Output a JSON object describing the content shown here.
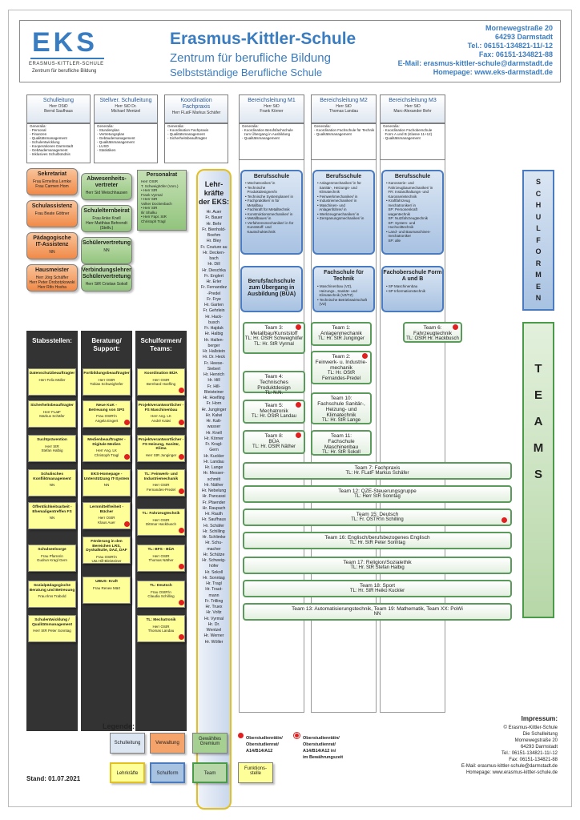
{
  "header": {
    "logo_text": "EKS",
    "logo_sub1": "ERASMUS-KITTLER-SCHULE",
    "logo_sub2": "Zentrum für berufliche Bildung",
    "title": "Erasmus-Kittler-Schule",
    "subtitle": "Zentrum für berufliche Bildung",
    "subtitle2": "Selbstständige Berufliche Schule",
    "address": [
      "Mornewegstraße 20",
      "64293 Darmstadt",
      "Tel.: 06151-134821-11/-12",
      "Fax: 06151-134821-88",
      "E-Mail: erasmus-kittler-schule@darmstadt.de",
      "Homepage: www.eks-darmstadt.de"
    ]
  },
  "leadership": [
    {
      "title": "Schulleitung",
      "name": "Herr OStD\nBernd Saufhaus"
    },
    {
      "title": "Stellver. Schulleitung",
      "name": "Herr StD Dr.\nMichael Wentzel"
    },
    {
      "title": "Koordination\nFachpraxis",
      "name": "Herr FLatF Markus Schäfer"
    }
  ],
  "leadership_details": [
    [
      "Generalia:",
      "",
      "- Personal",
      "- Finanzen",
      "- Qualitätsmanagement",
      "- Schulentwicklung",
      "- Kooperationen Darmstadt",
      "- Gebäudemanagement",
      "- Inklusives Schulbündnis"
    ],
    [
      "Generalia:",
      "",
      "- Stundenplan",
      "- Vertretungsplan",
      "- Gebäudemanagement",
      "- Qualitätsmanagement",
      "- LUSD",
      "- Statistiken"
    ],
    [
      "Generalia:",
      "",
      "- Koordination Fachpraxis",
      "- Qualitätsmanagement",
      "- Sicherheitsbeauftragter"
    ]
  ],
  "areas": [
    {
      "title": "Bereichsleitung M1",
      "name": "Herr StD\nFrank Körner",
      "details": [
        "Generalia:",
        "",
        "- Koordination Berufsfachschule",
        "  zum Übergang in Ausbildung",
        "- Qualitätsmanagement"
      ]
    },
    {
      "title": "Bereichsleitung M2",
      "name": "Herr StD\nThomas Landau",
      "details": [
        "Generalia:",
        "",
        "- Koordination Fachschule für Technik",
        "- Qualitätsmanagement"
      ]
    },
    {
      "title": "Bereichsleitung M3",
      "name": "Herr StD\nMarc-Alexander Behr",
      "details": [
        "Generalia:",
        "",
        "- Koordination Fachoberschule",
        "  Form A und B (Klasse 11+12)",
        "- Qualitätsmanagement"
      ]
    }
  ],
  "staff_left": [
    {
      "title": "Sekretariat",
      "name": "Frau Ermelina Lemke\nFrau Carmen Hom",
      "color": "orange"
    },
    {
      "title": "Schulassistenz",
      "name": "Frau Beate Göttner",
      "color": "orange"
    },
    {
      "title": "Pädagogische\nIT-Assistenz",
      "name": "NN",
      "color": "orange"
    },
    {
      "title": "Hausmeister",
      "name": "Herr Jörg Schäffer\nHerr Peter Drobotzkowski\nHerr Rifo Hoxha",
      "color": "orange"
    }
  ],
  "staff_mid": [
    {
      "title": "Abwesenheits-\nvertreter",
      "name": "Herr Sid Weischhausen"
    },
    {
      "title": "Schulelternbeirat",
      "name": "Frau Anke Knell\nHerr Matthias Behrendt\n(Stellv.)"
    },
    {
      "title": "Schülervertretung",
      "name": "NN"
    },
    {
      "title": "Verbindungslehrer-\nSchülervertretung",
      "name": "Herr StR Cristian Sokoll"
    }
  ],
  "personalrat": {
    "title": "Personalrat",
    "lines": [
      "Herr OStR",
      "T. Schweighöfer (Vors.)",
      "• Herr StR",
      "Frank Vyrmal",
      "• Herr StR",
      "Volker Dockenbach",
      "• Herr StR",
      "Ilir Shalku",
      "• Herr Fapr. StR",
      "Christoph Tragl"
    ]
  },
  "lehrkraefte": {
    "title": "Lehr-\nkräfte\nder EKS:",
    "names": [
      "Hr. Auer",
      "Fr. Bauer",
      "Hr. Behr",
      "Fr. Bienhold-",
      "Boehm",
      "Hr. Bley",
      "Fr. Couture au",
      "Hr. Decken-",
      "bach",
      "Hr. Dill",
      "Hr. Dieschka",
      "Fr. Englert",
      "Hr. Erler",
      "Fr. Fernandez",
      "-Predel",
      "Fr. Frye",
      "Hr. Garten",
      "Fr. Gehrlein",
      "Hr. Hack-",
      "busch",
      "Fr. Hajduk",
      "Hr. Halbig",
      "Hr. Hallen-",
      "berger",
      "Hr. Hallstein",
      "Hr. Dr. Heck",
      "Fr. Heese-",
      "Siebert",
      "Hr. Henrich",
      "Hr. Hill",
      "Fr. Hill-",
      "Bleisteiner",
      "Hr. Hoefling",
      "Fr. Horn",
      "Hr. Junginger",
      "Hr. Kalwi",
      "Hr. Katt-",
      "wasser",
      "Hr. Knell",
      "Hr. Körner",
      "Fr. Kragl-",
      "Gern",
      "Hr. Kuckler",
      "Hr. Landau",
      "Hr. Lange",
      "Hr. Messer-",
      "schmitt",
      "Hr. Näther",
      "Hr. Nebelung",
      "Hr. Pancassi",
      "Fr. Pfaender",
      "Hr. Raupach",
      "Hr. Rauth",
      "Hr. Saufhaus",
      "Hr. Schäfer",
      "Hr. Schilling",
      "Hr. Schlimke",
      "Hr. Schu-",
      "macher",
      "Hr. Schütze",
      "Hr. Schweig-",
      "höfer",
      "Hr. Sokoll",
      "Hr. Sonntag",
      "Hr. Tragl",
      "Hr. Traut-",
      "mann",
      "Fr. Trilling",
      "Hr. Truex",
      "Hr. Voltz",
      "Hr. Vyrmal",
      "Hr. Dr.",
      "Wentzel",
      "Hr. Werner",
      "Hr. Wöller"
    ]
  },
  "schools": [
    {
      "title": "Berufsschule",
      "items": [
        "• Mechatroniker/ in",
        "• Technische",
        "  Produktdesigner/in",
        "• Technische Systemplaner/ in",
        "• Fachpraktiker/ in für",
        "  Metallbau",
        "• Fachkraft für Metalltechnik",
        "• Konstruktionsmechaniker/ in",
        "• Metallbauer/ in",
        "• Verfahrensmechaniker/ in für",
        "  Kunststoff- und",
        "  Kautschuktechnik"
      ]
    },
    {
      "title": "Berufsschule",
      "items": [
        "• Anlagenmechaniker/ in für",
        "  Sanitär-, Heizungs- und",
        "  Klimatechnik",
        "• Feinwerkmechaniker/ in",
        "• Industriemechaniker/ in",
        "• Maschinen- und",
        "  Anlagenführer/ in",
        "• Werkzeugmechaniker/ in",
        "• Zerspanungsmechaniker/ in"
      ]
    },
    {
      "title": "Berufsschule",
      "items": [
        "• Karosserie- und",
        "  Fahrzeugbaumechaniker/ in",
        "  FR: Instandhaltungs- und",
        "  Karosserietechnik",
        "• Kraftfahrzeug",
        "  mechatroniker/ in",
        "  SP: Personenkraft",
        "  wagentechnik",
        "  SP: Nutzfahrzeugtechnik",
        "  SP: System- und",
        "  Hochvolttechnik",
        "• Land- und Baumaschinen-",
        "  mechatroniker",
        "  SP: alle"
      ]
    }
  ],
  "schools2": [
    {
      "title": "Berufsfachschule\nzum Übergang in\nAusbildung (BÜA)",
      "items": []
    },
    {
      "title": "Fachschule für\nTechnik",
      "items": [
        "• Maschinenbau (VZ),",
        "  Heizungs-, Sanitär- und",
        "  Klimatechnik (VZ/TZ)",
        "• Technische Betriebswirtschaft",
        "  (VZ)"
      ]
    },
    {
      "title": "Fachoberschule Form\nA und B",
      "items": [
        "• SP Maschinenbau",
        "• SP Informationstechnik"
      ]
    }
  ],
  "teams_small": [
    {
      "title": "Team 3:\nMetallbau/Kunststoff",
      "tl": "TL: Hr. OStR Schweighöfer\nTL: Hr. StR Vyrmal"
    },
    {
      "title": "Team 1:\nAnlagenmechanik",
      "tl": "TL: Hr. StR Junginger"
    },
    {
      "title": "Team 6:\nFahrzeugtechnik",
      "tl": "TL: OStR Hr. Hackbusch"
    },
    {
      "title": "Team 2:\nFeinwerk- u. Industrie-\nmechanik",
      "tl": "TL: Hr. OStR\nFernandes-Predel"
    },
    {
      "title": "Team 4:\nTechnisches Produktdesign",
      "tl": "TL: N.N."
    },
    {
      "title": "Team 10:\nFachschule Sanitär-,\nHeizung- und\nKlimatechnik",
      "tl": "TL: Hr. StR Lange"
    },
    {
      "title": "Team 5:\nMechatronik",
      "tl": "TL: Hr. OStR Landau"
    },
    {
      "title": "Team 8:\nBÜA",
      "tl": "TL: Hr. OStR Näther"
    },
    {
      "title": "Team 11:\nFachschule\nMaschinenbau",
      "tl": "TL: Hr. StR Sokoll"
    }
  ],
  "teams_wide": [
    {
      "title": "Team 7: Fachpraxis",
      "tl": "TL: Hr. FLatF Markus Schäfer"
    },
    {
      "title": "Team 12: QZE-Steuerungsgruppe",
      "tl": "TL: Herr StR Sonntag"
    },
    {
      "title": "Team 15: Deutsch",
      "tl": "TL: Fr. OSTR'in Schilling"
    },
    {
      "title": "Team 16: Englisch/berufsbezogenes Englisch",
      "tl": "TL: Hr. StR Peter Sonntag"
    },
    {
      "title": "Team 17: Religion/Sozialethik",
      "tl": "TL: Hr. StR Stefan Halbig"
    },
    {
      "title": "Team 18: Sport",
      "tl": "TL: Hr. StR Heiko Kuckler"
    },
    {
      "title": "Team 13: Automatisierungstechnik, Team 19: Mathematik, Team XX: PoWi",
      "tl": "NN"
    }
  ],
  "side_labels": {
    "schulformen": [
      "S",
      "C",
      "H",
      "U",
      "L",
      "F",
      "O",
      "R",
      "M",
      "E",
      "N"
    ],
    "teams": [
      "T",
      "E",
      "A",
      "M",
      "S"
    ]
  },
  "columns": {
    "stab": "Stabsstellen:",
    "beratung": "Beratung/\nSupport:",
    "schulformen": "Schulformen/\nTeams:"
  },
  "stab_items": [
    {
      "title": "Datenschutzbeauftragter",
      "name": "Herr Felix Müller"
    },
    {
      "title": "Sicherheitsbeauftragter",
      "name": "Herr FLatF\nMarkus Schäfer"
    },
    {
      "title": "Suchtprävention",
      "name": "Herr StR\nStefan Halbig"
    },
    {
      "title": "Schulisches\nKonfliktmanagement",
      "name": "NN"
    },
    {
      "title": "Öffentlichkeitsarbeit -\nEhemaligentreffen FS",
      "name": "NN"
    },
    {
      "title": "Schulseelsorge",
      "name": "Frau Pfarrerin\nGudrun Kragl Gern"
    },
    {
      "title": "Sozialpädagogische\nBeratung und Betreuung",
      "name": "Frau Ilms Trabold"
    },
    {
      "title": "Schulentwicklung /\nQualitätsmanagement",
      "name": "Herr StR Peter Sonntag"
    }
  ],
  "beratung_items": [
    {
      "title": "Fortbildungsbeauftragter",
      "name": "Herr OStR\nTobias Schweighöfer"
    },
    {
      "title": "Neue KuK -\nBetreuung von SPS",
      "name": "Frau OStR'in\nAngela Engert"
    },
    {
      "title": "Medienbeauftragter -\nDigitale Medien",
      "name": "Herr Ang. LK\nChristoph Tragl"
    },
    {
      "title": "EKS-Homepage -\nUnterstützung IT-System",
      "name": "NN"
    },
    {
      "title": "Lernmittelfreiheit -\nBücher",
      "name": "Herr OStR\nKlaus Auer"
    },
    {
      "title": "Förderung in den\nBereichen LRS,\nDyskalkulie, DAZ, DAF",
      "name": "Frau OStR'in\nUta Hill-Bleisteiner"
    },
    {
      "title": "UBUS- Kraft",
      "name": "Frau Renee Märt"
    }
  ],
  "schulform_items": [
    {
      "title": "Koordination BÜA",
      "name": "Herr OStR\nBernhard Hoefling"
    },
    {
      "title": "Projektverantwortlicher -\nFS Maschinenbau",
      "name": "Herr Ang. LK\nAndré Kalwi"
    },
    {
      "title": "Projektverantwortlicher -\nFS Heizung, Sanitär, Klima",
      "name": "Herr StR Junginger"
    },
    {
      "title": "TL: Feinwerk- und\nIndustriemechanik",
      "name": "Herr OStR\nFernandes-Predel"
    },
    {
      "title": "TL: Fahrzeugtechnik",
      "name": "Herr OStR\nDittmar Hackbusch"
    },
    {
      "title": "TL: BFS - BÜA",
      "name": "Herr OStR\nThomas Näther"
    },
    {
      "title": "TL: Deutsch",
      "name": "Frau OStR'in\nClaudia Schilling"
    },
    {
      "title": "TL: Mechatronik",
      "name": "Herr OStR\nThomas Landau"
    }
  ],
  "legend": {
    "title": "Legende:",
    "items": [
      "Schulleitung",
      "Verwaltung",
      "Gewähltes\nGremium",
      "Lehrkräfte",
      "Schulform",
      "Team",
      "Funktions-\nstelle"
    ],
    "dot1": "Oberstudienrätin/\nOberstudienrat/\nA14/B14/A12",
    "dot2": "Oberstudienrätin/\nOberstudienrat/\nA14/B14/A12 in/\nim Bewährungszeit"
  },
  "stand": "Stand: 01.07.2021",
  "impressum": {
    "title": "Impressum:",
    "lines": [
      "© Erasmus-Kittler-Schule",
      "Die Schulleitung",
      "Mornewegstraße 20",
      "64293 Darmstadt",
      "Tel.: 06151-134821-11/-12",
      "Fax: 06151-134821-88",
      "E-Mail: erasmus-kittler-schule@darmstadt.de",
      "Homepage: www.erasmus-kittler-schule.de"
    ]
  },
  "colors": {
    "blue": "#3a7cc0",
    "orange": "#f08a48",
    "green": "#92c47d",
    "yellow": "#ffff99",
    "red": "#e02020"
  }
}
